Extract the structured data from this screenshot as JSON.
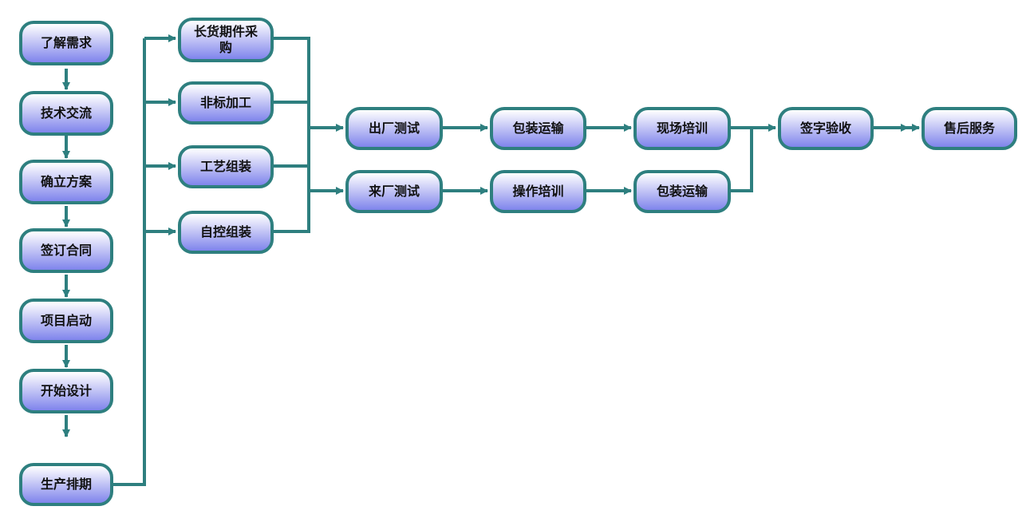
{
  "diagram": {
    "line_color": "#2e7f7f",
    "node_fill_top": "#ffffff",
    "node_fill_bottom": "#7f84ec",
    "nodes": {
      "understand": "了解需求",
      "tech": "技术交流",
      "plan": "确立方案",
      "contract": "签订合同",
      "kickoff": "项目启动",
      "design": "开始设计",
      "schedule": "生产排期",
      "procure": "长货期件采购",
      "nonstd": "非标加工",
      "craft": "工艺组装",
      "autoctrl": "自控组装",
      "factory_test": "出厂测试",
      "pack1": "包装运输",
      "onsite_train": "现场培训",
      "incoming_test": "来厂测试",
      "op_train": "操作培训",
      "pack2": "包装运输",
      "accept": "签字验收",
      "service": "售后服务"
    }
  }
}
